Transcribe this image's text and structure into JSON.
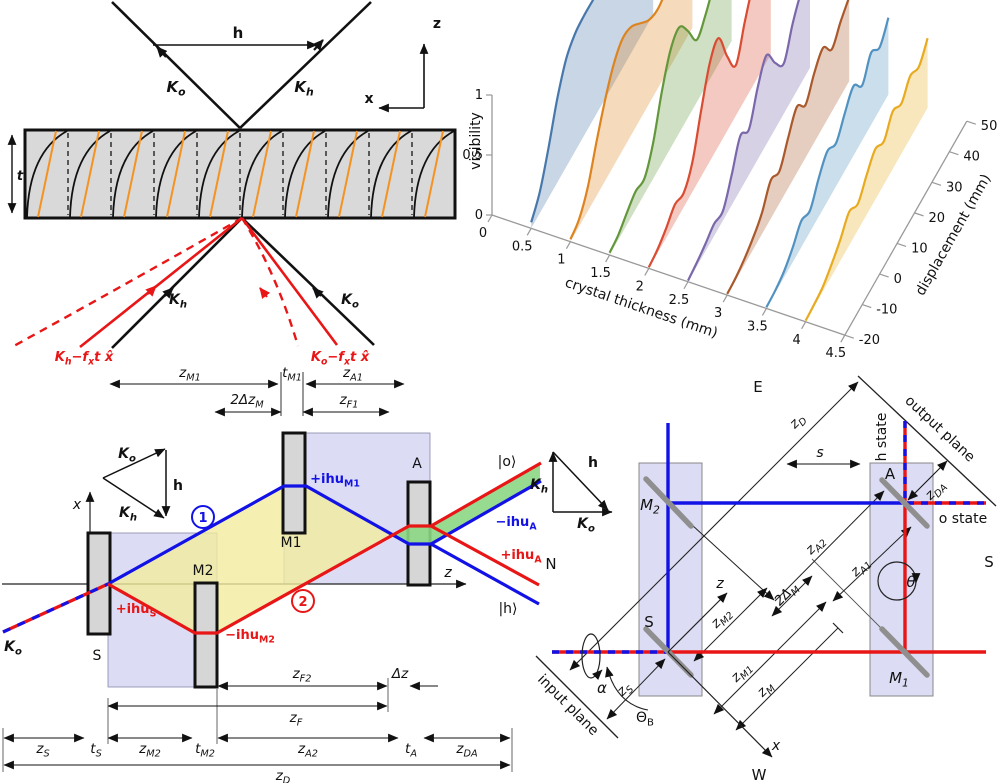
{
  "colors": {
    "beam_red": "#e81616",
    "beam_blue": "#1212e6",
    "lavender": "#dcdcf4",
    "slab_gray": "#d6d6d6",
    "crystal_gray": "#d9d9d9",
    "yellow_fill": "#f3ec9e",
    "green_fill": "#8cd784",
    "lattice_orange": "#f59322",
    "mirror_gray": "#8f8f8f",
    "axis_gray": "#999999"
  },
  "crystal_panel": {
    "h": "h",
    "ko": "K~o~",
    "kh": "K~h~",
    "z": "z",
    "x": "x",
    "t": "t",
    "kh_out": "K~h~",
    "ko_out": "K~o~",
    "kh_shifted": "K~h~−f~x~t x̂",
    "ko_shifted": "K~o~−f~x~t x̂",
    "dim_zM1": "z~M1~",
    "dim_tM1": "t~M1~",
    "dim_zA1": "z~A1~",
    "dim_2dzM": "2Δz~M~",
    "dim_zF1": "z~F1~"
  },
  "chart_data": {
    "type": "line",
    "plot": "3d-waterfall",
    "title": "",
    "xlabel": "crystal thickness (mm)",
    "ylabel": "displacement (mm)",
    "zlabel": "visibility",
    "x_ticks": [
      0,
      0.5,
      1,
      1.5,
      2,
      2.5,
      3,
      3.5,
      4,
      4.5
    ],
    "y_ticks": [
      -20,
      -10,
      0,
      10,
      20,
      30,
      40,
      50
    ],
    "z_ticks": [
      0,
      0.5,
      1
    ],
    "xlim": [
      0,
      4.5
    ],
    "ylim": [
      -20,
      50
    ],
    "zlim": [
      0,
      1
    ],
    "grid": false,
    "legend": "none",
    "displacement": [
      -20,
      -15,
      -10,
      -5,
      0,
      5,
      10,
      15,
      20,
      25,
      30,
      35,
      40,
      45,
      50
    ],
    "series": [
      {
        "thickness": 0.5,
        "color": "#4878ab",
        "visibility": [
          0.05,
          0.18,
          0.42,
          0.7,
          0.9,
          0.98,
          1.0,
          1.0,
          1.0,
          0.99,
          0.98,
          0.98,
          0.99,
          0.99,
          0.97
        ]
      },
      {
        "thickness": 1.0,
        "color": "#dd8420",
        "visibility": [
          0.02,
          0.06,
          0.2,
          0.45,
          0.68,
          0.85,
          0.93,
          0.9,
          0.8,
          0.7,
          0.66,
          0.7,
          0.78,
          0.84,
          0.87
        ]
      },
      {
        "thickness": 1.5,
        "color": "#64973b",
        "visibility": [
          0.02,
          0.04,
          0.1,
          0.15,
          0.13,
          0.3,
          0.6,
          0.82,
          0.88,
          0.72,
          0.52,
          0.6,
          0.73,
          0.8,
          0.78
        ]
      },
      {
        "thickness": 2.0,
        "color": "#d94c32",
        "visibility": [
          0.01,
          0.03,
          0.08,
          0.15,
          0.12,
          0.25,
          0.55,
          0.82,
          0.9,
          0.62,
          0.42,
          0.65,
          0.83,
          0.78,
          0.84
        ]
      },
      {
        "thickness": 2.5,
        "color": "#7a68ab",
        "visibility": [
          0.01,
          0.03,
          0.06,
          0.1,
          0.08,
          0.25,
          0.45,
          0.38,
          0.6,
          0.74,
          0.55,
          0.42,
          0.62,
          0.76,
          0.8
        ]
      },
      {
        "thickness": 3.0,
        "color": "#a9592b",
        "visibility": [
          0.01,
          0.02,
          0.05,
          0.1,
          0.18,
          0.32,
          0.27,
          0.42,
          0.55,
          0.44,
          0.58,
          0.66,
          0.52,
          0.62,
          0.7
        ]
      },
      {
        "thickness": 3.5,
        "color": "#5192c0",
        "visibility": [
          0.01,
          0.02,
          0.05,
          0.12,
          0.22,
          0.18,
          0.32,
          0.42,
          0.36,
          0.48,
          0.58,
          0.46,
          0.6,
          0.52,
          0.64
        ]
      },
      {
        "thickness": 4.0,
        "color": "#e8ab20",
        "visibility": [
          0.01,
          0.02,
          0.04,
          0.1,
          0.18,
          0.28,
          0.22,
          0.33,
          0.42,
          0.36,
          0.48,
          0.42,
          0.52,
          0.47,
          0.58
        ]
      }
    ]
  },
  "side_panel": {
    "x": "x",
    "z": "z",
    "ko_vec": "K~o~",
    "h_vec": "h",
    "kh_vec": "K~h~",
    "path1": "1",
    "path2": "2",
    "S": "S",
    "M1": "M1",
    "M2": "M2",
    "A": "A",
    "ihu_S": "+ihu~S~",
    "ihu_M2": "−ihu~M2~",
    "ihu_M1": "+ihu~M1~",
    "ihu_A_minus": "−ihu~A~",
    "ihu_A_plus": "+ihu~A~",
    "ket_o": "|o⟩",
    "ket_h": "|h⟩",
    "ko_in": "K~o~",
    "dim_zF2": "z~F2~",
    "dim_dz": "Δz",
    "dim_zF": "z~F~",
    "dim_zS": "z~S~",
    "dim_tS": "t~S~",
    "dim_zM2": "z~M2~",
    "dim_tM2": "t~M2~",
    "dim_zA2": "z~A2~",
    "dim_tA": "t~A~",
    "dim_zDA": "z~DA~",
    "dim_zD": "z~D~"
  },
  "top_panel": {
    "E": "E",
    "N": "N",
    "S_compass": "S",
    "W": "W",
    "kh_vec": "K~h~",
    "h_vec": "h",
    "ko_vec": "K~o~",
    "M2": "M~2~",
    "S": "S",
    "A": "A",
    "M1": "M~1~",
    "theta": "θ",
    "alpha": "α",
    "thetaB": "Θ~B~",
    "z": "z",
    "x": "x",
    "input_plane": "input plane",
    "output_plane": "output plane",
    "h_state": "h state",
    "o_state": "o state",
    "dim_s": "s",
    "dim_zD": "z~D~",
    "dim_zDA": "z~DA~",
    "dim_zA2": "z~A2~",
    "dim_zA1": "z~A1~",
    "dim_2dM": "2Δ~M~",
    "dim_zM2": "z~M2~",
    "dim_zM1": "z~M1~",
    "dim_zM": "z~M~",
    "dim_zS": "z~S~"
  }
}
